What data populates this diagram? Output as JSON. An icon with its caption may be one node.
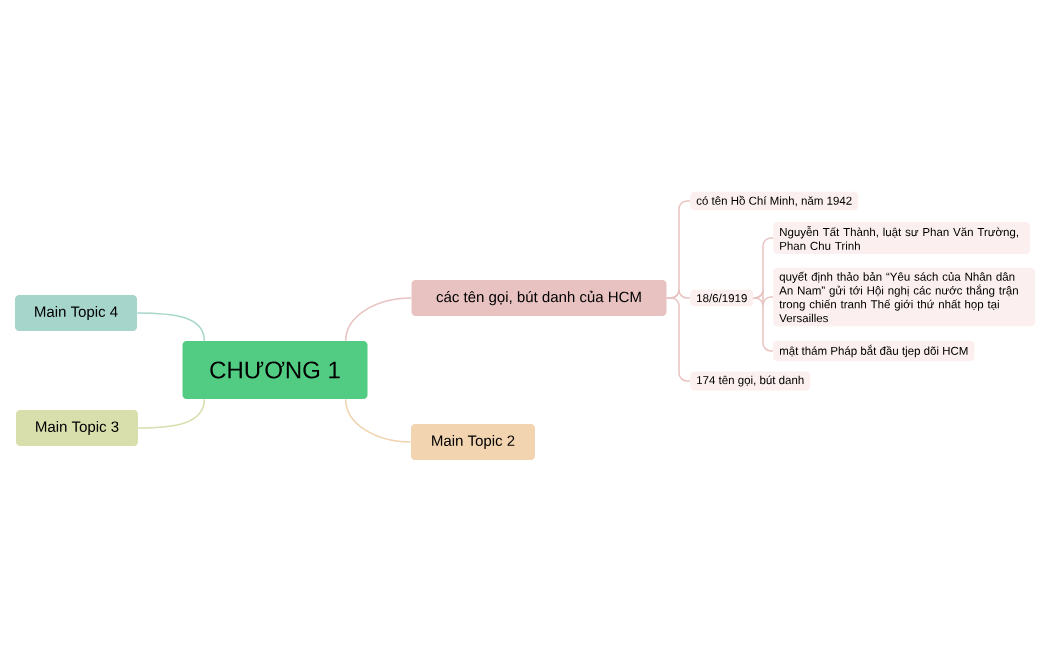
{
  "diagram": {
    "nodes": [
      {
        "text": [
          "CHƯƠNG 1"
        ]
      },
      {
        "text": [
          "các tên gọi, bút danh của HCM"
        ]
      },
      {
        "text": [
          "Main Topic 2"
        ]
      },
      {
        "text": [
          "Main Topic 3"
        ]
      },
      {
        "text": [
          "Main Topic 4"
        ]
      },
      {
        "text": [
          "có tên Hồ Chí Minh, năm 1942"
        ]
      },
      {
        "text": [
          "18/6/1919"
        ]
      },
      {
        "text": [
          "Nguyễn Tất Thành, luật sư Phan Văn Trường, Phan Chu Trinh"
        ]
      },
      {
        "text": [
          "quyết định thảo bản “Yêu sách của Nhân dân An Nam” gửi tới Hội nghị các nước thắng trận trong chiến tranh Thế giới thứ nhất họp tại Versailles"
        ]
      },
      {
        "text": [
          "mật thám Pháp bắt đầu tjep dõi HCM"
        ]
      },
      {
        "text": [
          "174 tên gọi, bút danh"
        ]
      }
    ],
    "edges": [
      {
        "from": 0,
        "to": 1,
        "arrow": "none"
      },
      {
        "from": 0,
        "to": 2,
        "arrow": "none",
        "color": "#f0d3ae"
      },
      {
        "from": 0,
        "to": 3,
        "arrow": "none",
        "color": "#d8dead"
      },
      {
        "from": 0,
        "to": 4,
        "arrow": "none",
        "color": "#a8d7cc"
      },
      {
        "from": 1,
        "to": 5,
        "arrow": "none"
      },
      {
        "from": 1,
        "to": 6,
        "arrow": "none"
      },
      {
        "from": 1,
        "to": 10,
        "arrow": "none"
      },
      {
        "from": 6,
        "to": 7,
        "arrow": "none"
      },
      {
        "from": 6,
        "to": 8,
        "arrow": "none"
      },
      {
        "from": 6,
        "to": 9,
        "arrow": "none"
      }
    ]
  }
}
